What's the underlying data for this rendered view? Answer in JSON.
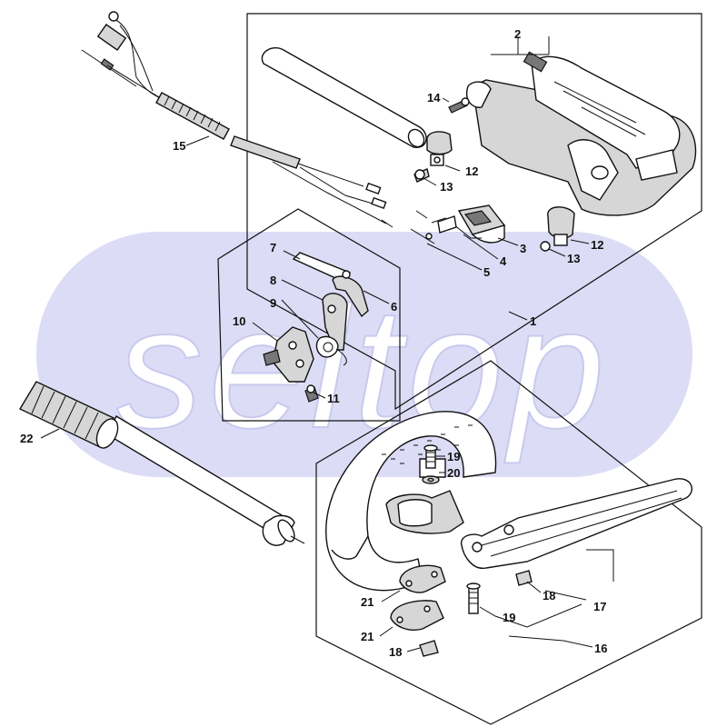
{
  "watermark": "seltop",
  "labels": {
    "p1": "1",
    "p2": "2",
    "p3": "3",
    "p4": "4",
    "p5": "5",
    "p6": "6",
    "p7": "7",
    "p8": "8",
    "p9": "9",
    "p10": "10",
    "p11": "11",
    "p12a": "12",
    "p12b": "12",
    "p13a": "13",
    "p13b": "13",
    "p14": "14",
    "p15": "15",
    "p16": "16",
    "p17": "17",
    "p18a": "18",
    "p18b": "18",
    "p19a": "19",
    "p19b": "19",
    "p20": "20",
    "p21a": "21",
    "p21b": "21",
    "p22": "22"
  }
}
